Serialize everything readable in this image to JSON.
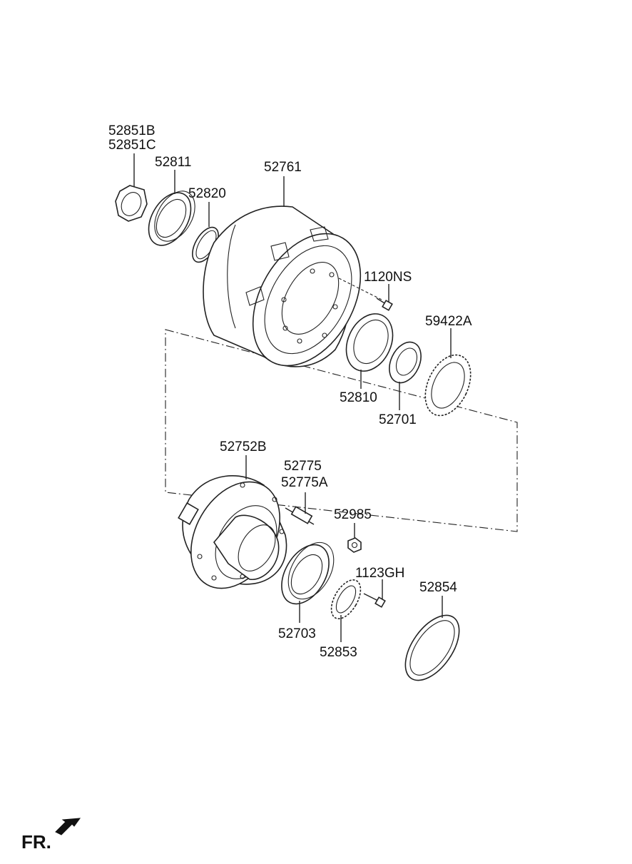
{
  "labels": {
    "p52851b": "52851B",
    "p52851c": "52851C",
    "p52811": "52811",
    "p52820": "52820",
    "p52761": "52761",
    "p1120ns": "1120NS",
    "p59422a": "59422A",
    "p52810": "52810",
    "p52701": "52701",
    "p52752b": "52752B",
    "p52775": "52775",
    "p52775a": "52775A",
    "p52985": "52985",
    "p1123gh": "1123GH",
    "p52854": "52854",
    "p52703": "52703",
    "p52853": "52853"
  },
  "direction_indicator": "FR."
}
